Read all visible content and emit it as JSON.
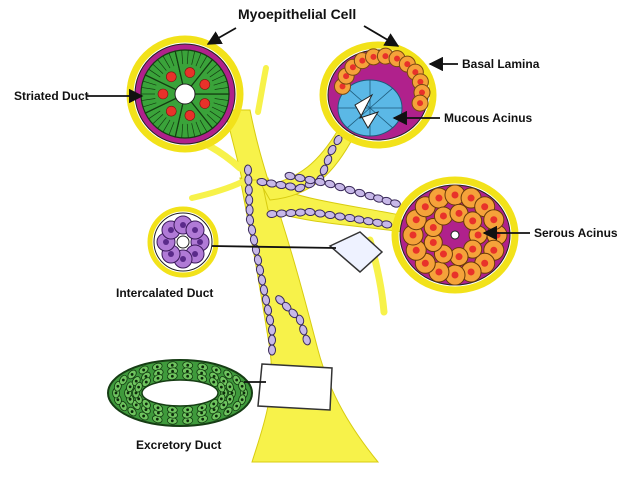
{
  "labels": {
    "myoepithelial_cell": "Myoepithelial Cell",
    "basal_lamina": "Basal Lamina",
    "striated_duct": "Striated Duct",
    "mucous_acinus": "Mucous Acinus",
    "serous_acinus": "Serous Acinus",
    "intercalated_duct": "Intercalated Duct",
    "excretory_duct": "Excretory Duct"
  },
  "colors": {
    "duct_yellow": "#f7f24a",
    "outline_yellow": "#f2e21a",
    "myoepithelial_purple": "#b0218c",
    "striated_green": "#3aa33a",
    "mucous_blue": "#5bb8e6",
    "serous_orange": "#f5a23a",
    "nucleus_red": "#e8322a",
    "intercalated_violet": "#b07ad6",
    "excretory_green": "#3f9a3c",
    "chain_lavender": "#c7b8e8",
    "outline_dark": "#222222"
  }
}
